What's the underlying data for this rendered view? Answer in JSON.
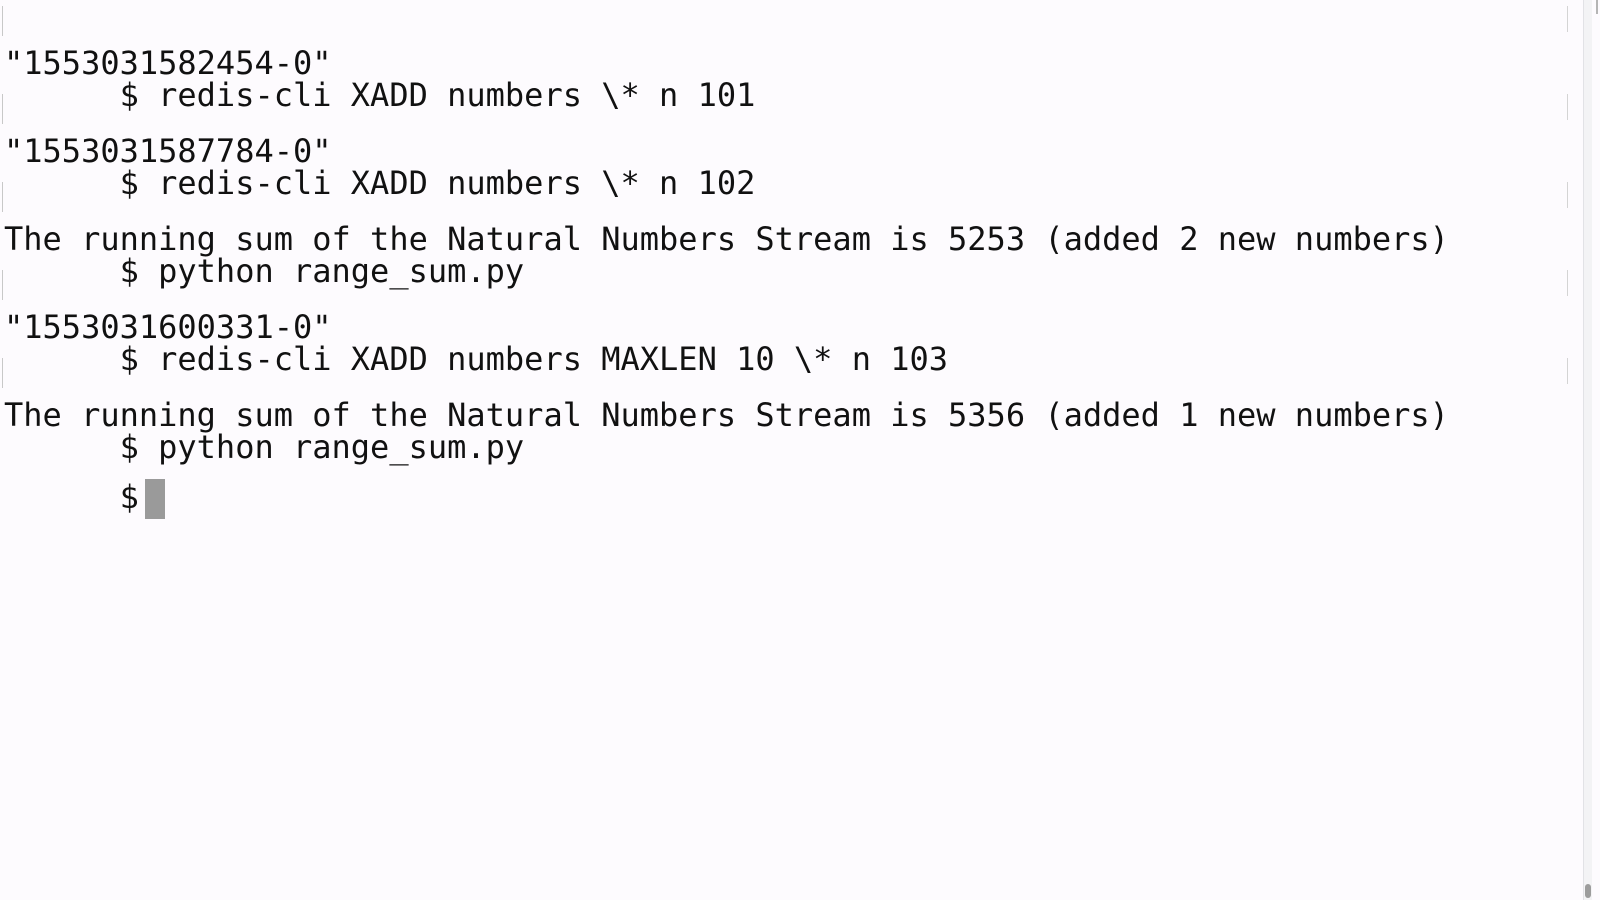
{
  "terminal": {
    "lines": [
      {
        "kind": "command",
        "prompt": "$",
        "text": "redis-cli XADD numbers \\* n 101"
      },
      {
        "kind": "output",
        "text": "\"1553031582454-0\""
      },
      {
        "kind": "command",
        "prompt": "$",
        "text": "redis-cli XADD numbers \\* n 102"
      },
      {
        "kind": "output",
        "text": "\"1553031587784-0\""
      },
      {
        "kind": "command",
        "prompt": "$",
        "text": "python range_sum.py"
      },
      {
        "kind": "output",
        "text": "The running sum of the Natural Numbers Stream is 5253 (added 2 new numbers)"
      },
      {
        "kind": "command",
        "prompt": "$",
        "text": "redis-cli XADD numbers MAXLEN 10 \\* n 103"
      },
      {
        "kind": "output",
        "text": "\"1553031600331-0\""
      },
      {
        "kind": "command",
        "prompt": "$",
        "text": "python range_sum.py"
      },
      {
        "kind": "output",
        "text": "The running sum of the Natural Numbers Stream is 5356 (added 1 new numbers)"
      }
    ],
    "active_prompt": "$"
  },
  "colors": {
    "background": "#fdfbfe",
    "text": "#111111",
    "cursor": "#9a9a9a"
  }
}
